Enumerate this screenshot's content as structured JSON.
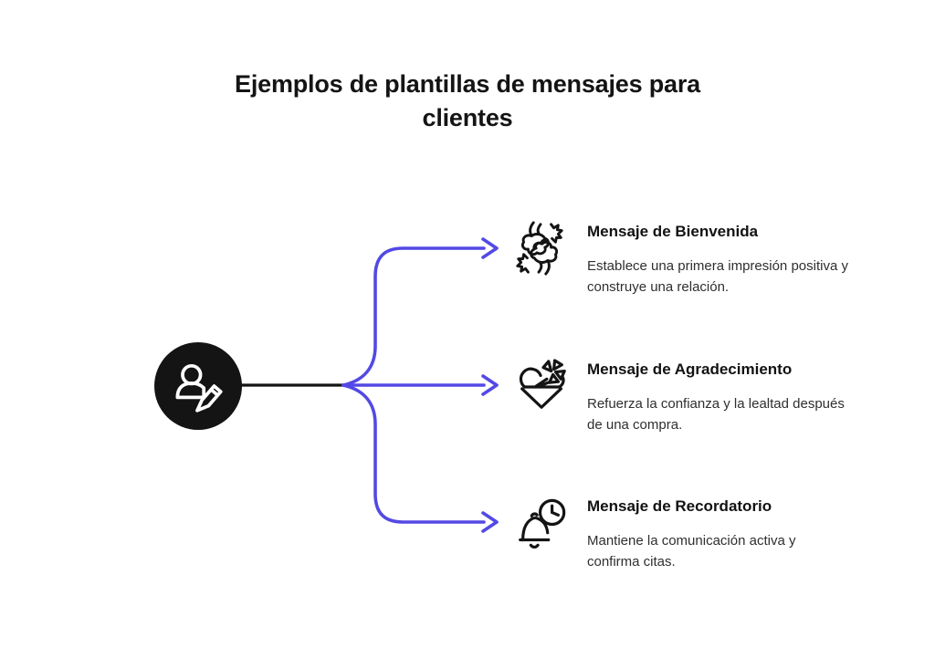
{
  "title": "Ejemplos de plantillas de mensajes para\nclientes",
  "colors": {
    "accent": "#5349E4",
    "ink": "#141414",
    "heading": "#121212",
    "body-text": "#2f2f2f",
    "background": "#ffffff"
  },
  "center_node": {
    "icon": "user-edit-icon"
  },
  "items": [
    {
      "icon": "handshake-icon",
      "title": "Mensaje de Bienvenida",
      "description": "Establece una primera impresión positiva y\nconstruye una relación."
    },
    {
      "icon": "gift-heart-icon",
      "title": "Mensaje de Agradecimiento",
      "description": "Refuerza la confianza y la lealtad después\nde una compra."
    },
    {
      "icon": "bell-clock-icon",
      "title": "Mensaje de Recordatorio",
      "description": "Mantiene la comunicación activa y\nconfirma citas."
    }
  ]
}
